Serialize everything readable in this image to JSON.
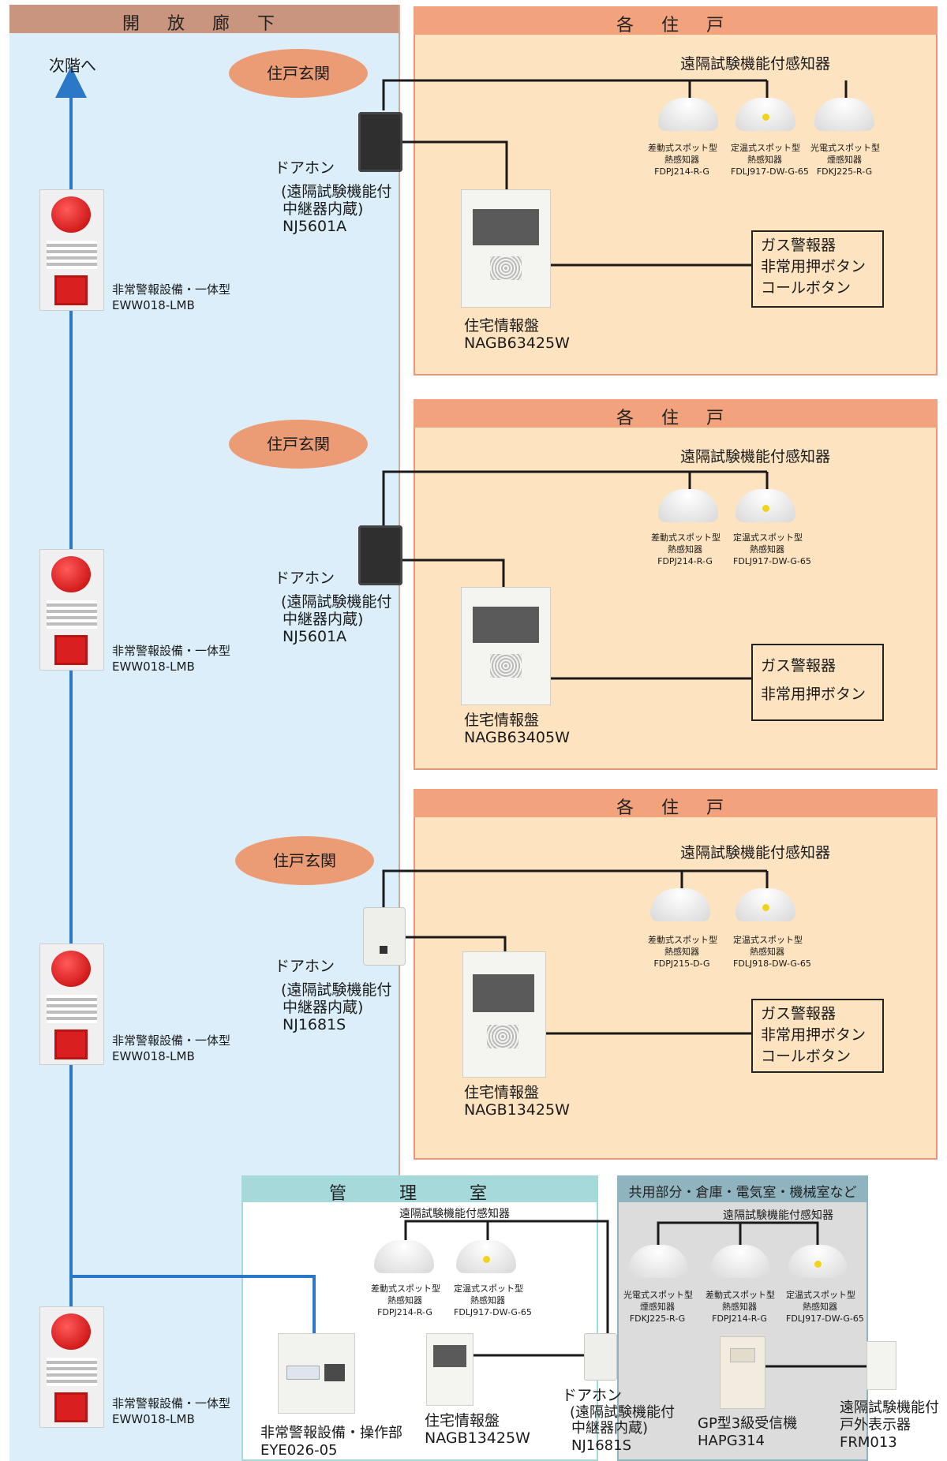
{
  "corridor": {
    "header": "開 放 廊 下",
    "next_floor": "次階へ"
  },
  "alarm_unit": {
    "label": "非常警報設備・一体型",
    "model": "EWW018-LMB"
  },
  "units": [
    {
      "header": "各 住 戸",
      "entrance": "住戸玄関",
      "sensor_title": "遠隔試験機能付感知器",
      "sensors": [
        {
          "type": "差動式スポット型",
          "kind": "熱感知器",
          "model": "FDPJ214-R-G"
        },
        {
          "type": "定温式スポット型",
          "kind": "熱感知器",
          "model": "FDLJ917-DW-G-65"
        },
        {
          "type": "光電式スポット型",
          "kind": "煙感知器",
          "model": "FDKJ225-R-G"
        }
      ],
      "doorphone": {
        "name": "ドアホン",
        "note1": "(遠隔試験機能付",
        "note2": "中継器内蔵)",
        "model": "NJ5601A"
      },
      "panel": {
        "name": "住宅情報盤",
        "model": "NAGB63425W"
      },
      "extras": [
        "ガス警報器",
        "非常用押ボタン",
        "コールボタン"
      ]
    },
    {
      "header": "各 住 戸",
      "entrance": "住戸玄関",
      "sensor_title": "遠隔試験機能付感知器",
      "sensors": [
        {
          "type": "差動式スポット型",
          "kind": "熱感知器",
          "model": "FDPJ214-R-G"
        },
        {
          "type": "定温式スポット型",
          "kind": "熱感知器",
          "model": "FDLJ917-DW-G-65"
        }
      ],
      "doorphone": {
        "name": "ドアホン",
        "note1": "(遠隔試験機能付",
        "note2": "中継器内蔵)",
        "model": "NJ5601A"
      },
      "panel": {
        "name": "住宅情報盤",
        "model": "NAGB63405W"
      },
      "extras": [
        "ガス警報器",
        "非常用押ボタン"
      ]
    },
    {
      "header": "各 住 戸",
      "entrance": "住戸玄関",
      "sensor_title": "遠隔試験機能付感知器",
      "sensors": [
        {
          "type": "差動式スポット型",
          "kind": "熱感知器",
          "model": "FDPJ215-D-G"
        },
        {
          "type": "定温式スポット型",
          "kind": "熱感知器",
          "model": "FDLJ918-DW-G-65"
        }
      ],
      "doorphone": {
        "name": "ドアホン",
        "note1": "(遠隔試験機能付",
        "note2": "中継器内蔵)",
        "model": "NJ1681S"
      },
      "panel": {
        "name": "住宅情報盤",
        "model": "NAGB13425W"
      },
      "extras": [
        "ガス警報器",
        "非常用押ボタン",
        "コールボタン"
      ]
    }
  ],
  "office": {
    "header": "管 理 室",
    "sensor_title": "遠隔試験機能付感知器",
    "sensors": [
      {
        "type": "差動式スポット型",
        "kind": "熱感知器",
        "model": "FDPJ214-R-G"
      },
      {
        "type": "定温式スポット型",
        "kind": "熱感知器",
        "model": "FDLJ917-DW-G-65"
      }
    ],
    "operation": {
      "name": "非常警報設備・操作部",
      "model": "EYE026-05"
    },
    "panel": {
      "name": "住宅情報盤",
      "model": "NAGB13425W"
    },
    "doorphone": {
      "name": "ドアホン",
      "note1": "(遠隔試験機能付",
      "note2": "中継器内蔵)",
      "model": "NJ1681S"
    }
  },
  "common": {
    "header": "共用部分・倉庫・電気室・機械室など",
    "sensor_title": "遠隔試験機能付感知器",
    "sensors": [
      {
        "type": "光電式スポット型",
        "kind": "煙感知器",
        "model": "FDKJ225-R-G"
      },
      {
        "type": "差動式スポット型",
        "kind": "熱感知器",
        "model": "FDPJ214-R-G"
      },
      {
        "type": "定温式スポット型",
        "kind": "熱感知器",
        "model": "FDLJ917-DW-G-65"
      }
    ],
    "receiver": {
      "name": "GP型3級受信機",
      "model": "HAPG314"
    },
    "outdoor": {
      "name1": "遠隔試験機能付",
      "name2": "戸外表示器",
      "model": "FRM013"
    }
  },
  "colors": {
    "corridor_bg": "#dceef9",
    "corridor_header": "#c9957e",
    "unit_bg": "#fde3c0",
    "unit_header": "#f2a27c",
    "unit_border": "#e89878",
    "office_header": "#a6dada",
    "common_bg": "#dcdcdc",
    "common_header": "#8fb4bf",
    "riser_line": "#2b78c8",
    "wire": "#1a1a1a"
  }
}
